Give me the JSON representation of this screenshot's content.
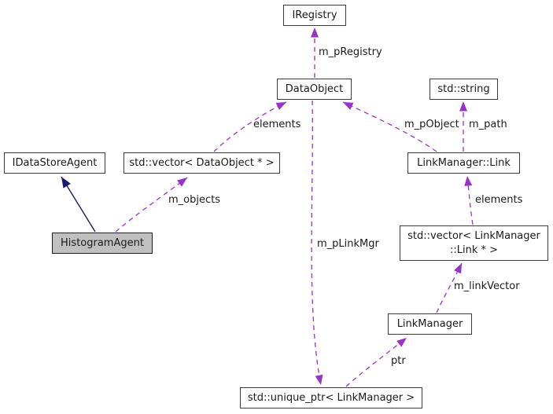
{
  "diagram": {
    "type": "class-collaboration-graph",
    "focused_node": "HistogramAgent",
    "colors": {
      "dependency_edge": "#9932cc",
      "inheritance_edge": "#191970",
      "node_fill": "#ffffff",
      "focused_node_fill": "#c0c0c0",
      "node_border": "#3b3b3b"
    },
    "nodes": {
      "iregistry": {
        "label": "IRegistry"
      },
      "dataobject": {
        "label": "DataObject"
      },
      "stdstring": {
        "label": "std::string"
      },
      "idatastoreagent": {
        "label": "IDataStoreAgent"
      },
      "vector_dataobject": {
        "label": "std::vector< DataObject * >"
      },
      "linkmanager_link": {
        "label": "LinkManager::Link"
      },
      "histogramagent": {
        "label": "HistogramAgent"
      },
      "vector_link": {
        "label": "std::vector< LinkManager\n::Link * >"
      },
      "linkmanager": {
        "label": "LinkManager"
      },
      "unique_ptr": {
        "label": "std::unique_ptr< LinkManager >"
      }
    },
    "edge_labels": {
      "m_pRegistry": "m_pRegistry",
      "elements_dataobject": "elements",
      "m_pObject": "m_pObject",
      "m_path": "m_path",
      "m_objects": "m_objects",
      "elements_link": "elements",
      "m_pLinkMgr": "m_pLinkMgr",
      "m_linkVector": "m_linkVector",
      "ptr": "ptr"
    },
    "edges": [
      {
        "from": "DataObject",
        "to": "IRegistry",
        "label": "m_pRegistry",
        "kind": "dependency"
      },
      {
        "from": "std::vector< DataObject * >",
        "to": "DataObject",
        "label": "elements",
        "kind": "dependency"
      },
      {
        "from": "LinkManager::Link",
        "to": "DataObject",
        "label": "m_pObject",
        "kind": "dependency"
      },
      {
        "from": "LinkManager::Link",
        "to": "std::string",
        "label": "m_path",
        "kind": "dependency"
      },
      {
        "from": "HistogramAgent",
        "to": "IDataStoreAgent",
        "label": "",
        "kind": "inheritance"
      },
      {
        "from": "HistogramAgent",
        "to": "std::vector< DataObject * >",
        "label": "m_objects",
        "kind": "dependency"
      },
      {
        "from": "std::vector< LinkManager::Link * >",
        "to": "LinkManager::Link",
        "label": "elements",
        "kind": "dependency"
      },
      {
        "from": "LinkManager",
        "to": "std::vector< LinkManager::Link * >",
        "label": "m_linkVector",
        "kind": "dependency"
      },
      {
        "from": "DataObject",
        "to": "std::unique_ptr< LinkManager >",
        "label": "m_pLinkMgr",
        "kind": "dependency"
      },
      {
        "from": "std::unique_ptr< LinkManager >",
        "to": "LinkManager",
        "label": "ptr",
        "kind": "dependency"
      }
    ]
  }
}
